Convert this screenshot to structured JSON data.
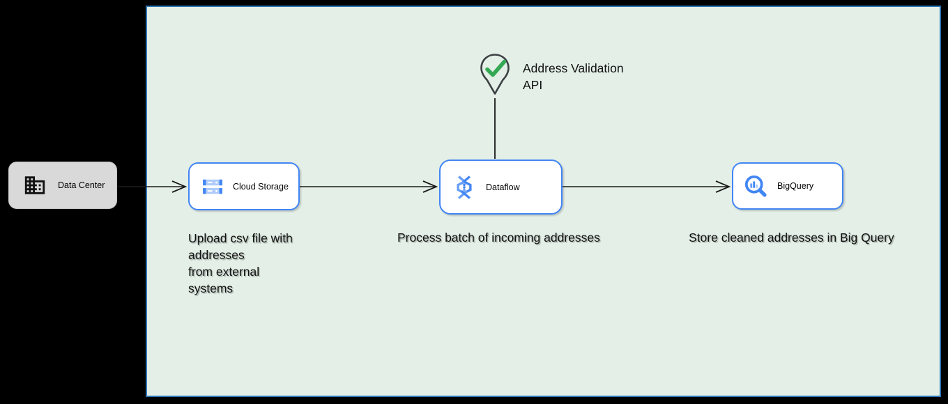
{
  "surface": {
    "background": "#000000",
    "fill": "#e3efe7",
    "border_color": "#2e75b6"
  },
  "nodes": {
    "data_center": {
      "label": "Data Center",
      "fill": "#d9d9d9",
      "icon": "office-building-icon"
    },
    "cloud_storage": {
      "label": "Cloud Storage",
      "caption": "Upload csv file with\naddresses\nfrom external\nsystems",
      "icon": "cloud-storage-icon"
    },
    "dataflow": {
      "label": "Dataflow",
      "caption": "Process batch of incoming addresses",
      "icon": "dataflow-icon"
    },
    "bigquery": {
      "label": "BigQuery",
      "caption": "Store cleaned addresses in Big Query",
      "icon": "bigquery-icon"
    },
    "address_validation_api": {
      "label": "Address Validation\nAPI",
      "icon": "location-pin-check-icon"
    }
  },
  "connectors": [
    {
      "from": "data_center",
      "to": "cloud_storage",
      "style": "open-arrow"
    },
    {
      "from": "cloud_storage",
      "to": "dataflow",
      "style": "open-arrow"
    },
    {
      "from": "dataflow",
      "to": "bigquery",
      "style": "open-arrow"
    },
    {
      "from": "address_validation_api",
      "to": "dataflow",
      "style": "plain-line"
    }
  ],
  "colors": {
    "google_blue": "#4285f4",
    "mid_blue": "#669df6",
    "light_blue": "#aecbfa",
    "check_green": "#34a853",
    "pin_outline": "#3c4043",
    "connector": "#1a1a1a"
  }
}
